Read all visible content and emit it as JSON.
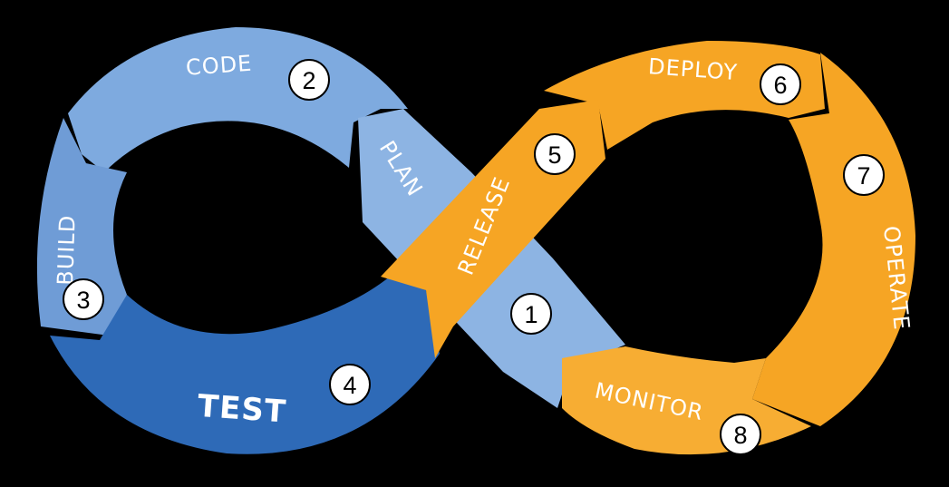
{
  "colors": {
    "background": "#000000",
    "blue_light": "#7fa9dc",
    "blue_mid": "#6f9bd4",
    "blue_dark": "#2f6bb8",
    "orange": "#f6a524",
    "orange_light": "#f8b03a",
    "label": "#ffffff"
  },
  "stages": {
    "plan": {
      "label": "PLAN",
      "number": "1"
    },
    "code": {
      "label": "CODE",
      "number": "2"
    },
    "build": {
      "label": "BUILD",
      "number": "3"
    },
    "test": {
      "label": "TEST",
      "number": "4"
    },
    "release": {
      "label": "RELEASE",
      "number": "5"
    },
    "deploy": {
      "label": "DEPLOY",
      "number": "6"
    },
    "operate": {
      "label": "OPERATE",
      "number": "7"
    },
    "monitor": {
      "label": "MONITOR",
      "number": "8"
    }
  }
}
